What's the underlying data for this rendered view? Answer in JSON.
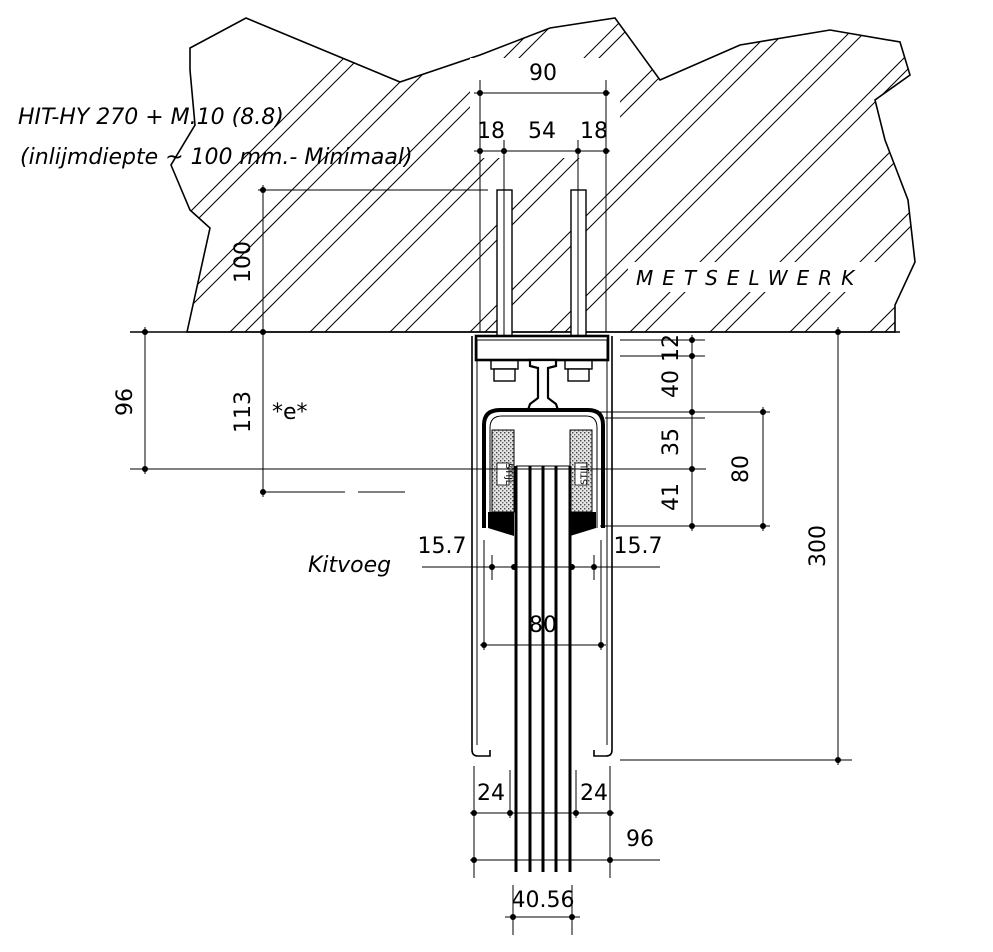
{
  "anchor": {
    "line1": "HIT-HY 270 + M.10 (8.8)",
    "line2": "(inlijmdiepte ~ 100 mm.- Minimaal)"
  },
  "material_label": "METSELWERK",
  "sealant_label": "Kitvoeg",
  "axis_marker": "*e*",
  "block_label": "STIJL",
  "dimensions": {
    "top_width": "90",
    "anchor_edge_left": "18",
    "anchor_spacing": "54",
    "anchor_edge_right": "18",
    "embed_depth": "100",
    "plate_thickness": "12",
    "profile_depth": "40",
    "upper_part": "35",
    "lower_part": "41",
    "channel_height": "80",
    "axis_offset_left": "96",
    "axis_depth": "113",
    "cover_height": "300",
    "gap_left": "15.7",
    "gap_right": "15.7",
    "inner_width": "80",
    "edge_left": "24",
    "edge_right": "24",
    "bottom_width": "96",
    "glass_thickness": "40.56"
  }
}
